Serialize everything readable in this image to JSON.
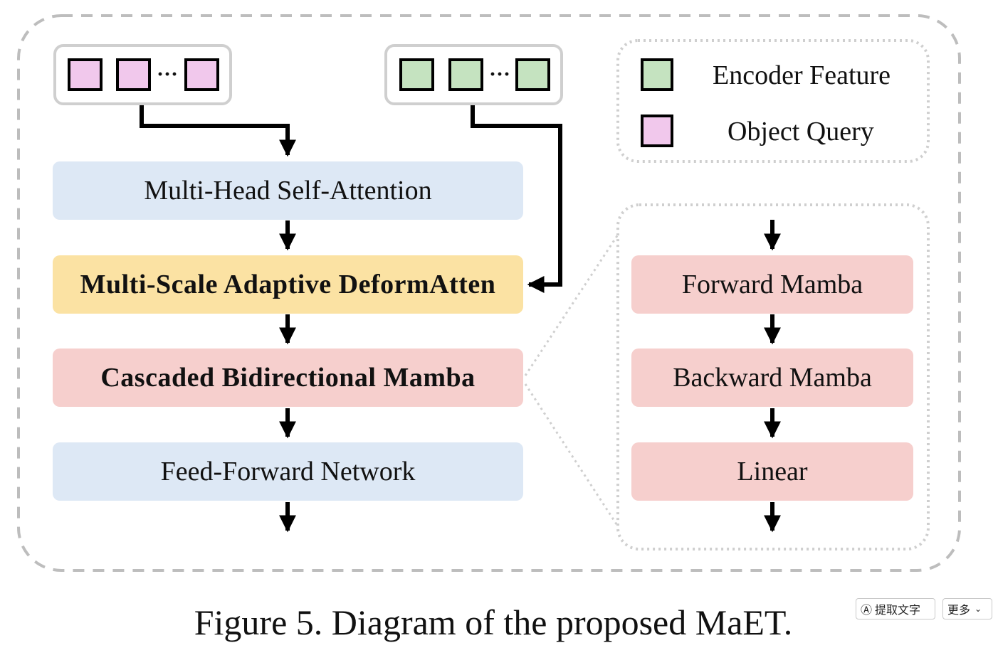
{
  "blocks": {
    "mhsa": "Multi-Head Self-Attention",
    "msada": "Multi-Scale Adaptive DeformAtten",
    "cbm": "Cascaded Bidirectional Mamba",
    "ffn": "Feed-Forward Network",
    "forward_mamba": "Forward Mamba",
    "backward_mamba": "Backward Mamba",
    "linear": "Linear"
  },
  "legend": {
    "encoder_feature": "Encoder Feature",
    "object_query": "Object Query"
  },
  "token_ellipsis": "···",
  "caption": "Figure 5. Diagram of the proposed MaET.",
  "toolbar": {
    "extract_text": "提取文字",
    "more": "更多"
  },
  "colors": {
    "query_fill": "#f1c8ec",
    "encoder_fill": "#c5e3c0",
    "blue_block": "#dde8f5",
    "yellow_block": "#fbe2a3",
    "red_block": "#f6cfcd"
  }
}
